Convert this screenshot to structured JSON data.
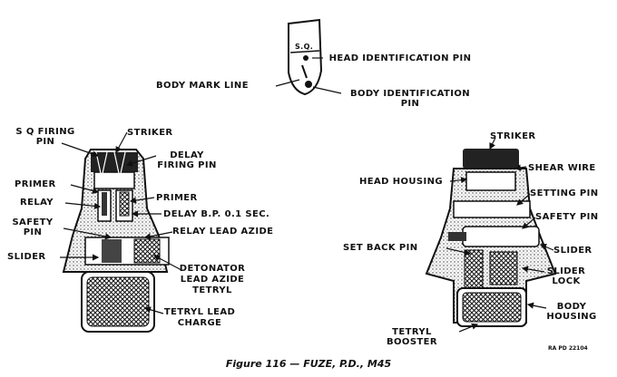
{
  "header": {
    "sq": "S.Q.",
    "head_identification_pin": "HEAD IDENTIFICATION PIN",
    "body_mark_line": "BODY MARK LINE",
    "body_identification_pin": "BODY IDENTIFICATION PIN"
  },
  "left_fuze": {
    "sq_firing_pin": "S Q FIRING PIN",
    "striker": "STRIKER",
    "delay_firing_pin": "DELAY FIRING PIN",
    "primer_left": "PRIMER",
    "primer_right": "PRIMER",
    "relay": "RELAY",
    "delay_bp": "DELAY B.P. 0.1 SEC.",
    "safety_pin": "SAFETY PIN",
    "relay_lead_azide": "RELAY LEAD AZIDE",
    "slider": "SLIDER",
    "detonator": "DETONATOR LEAD AZIDE TETRYL",
    "tetryl_lead_charge": "TETRYL LEAD CHARGE"
  },
  "right_fuze": {
    "striker": "STRIKER",
    "shear_wire": "SHEAR WIRE",
    "head_housing": "HEAD HOUSING",
    "setting_pin": "SETTING PIN",
    "safety_pin": "SAFETY PIN",
    "set_back_pin": "SET BACK PIN",
    "slider": "SLIDER",
    "slider_lock": "SLIDER LOCK",
    "body_housing": "BODY HOUSING",
    "tetryl_booster": "TETRYL BOOSTER"
  },
  "caption": "Figure 116 — FUZE, P.D., M45",
  "code": "RA PD 22104"
}
